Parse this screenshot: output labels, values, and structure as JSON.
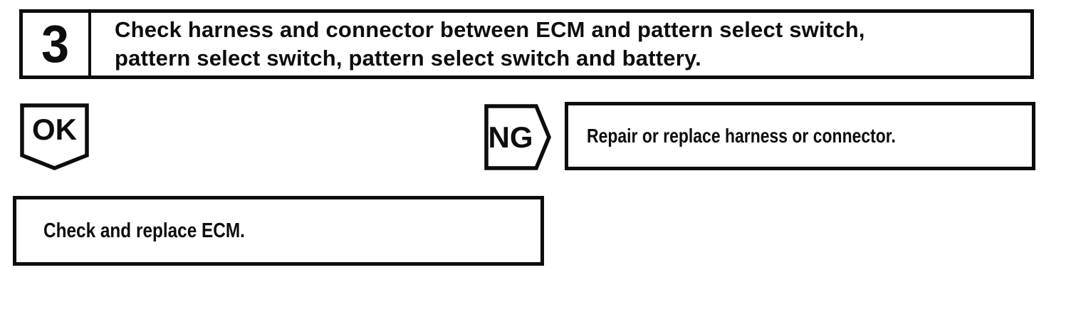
{
  "page": {
    "background_color": "#ffffff",
    "ink_color": "#0d0d0d"
  },
  "step": {
    "number": "3",
    "instruction_lines": [
      "Check harness and connector between ECM and pattern select switch,",
      "pattern select switch, pattern select switch and battery."
    ]
  },
  "ok_branch": {
    "label": "OK",
    "action": "Check and replace ECM."
  },
  "ng_branch": {
    "label": "NG",
    "action": "Repair or replace harness or connector."
  }
}
